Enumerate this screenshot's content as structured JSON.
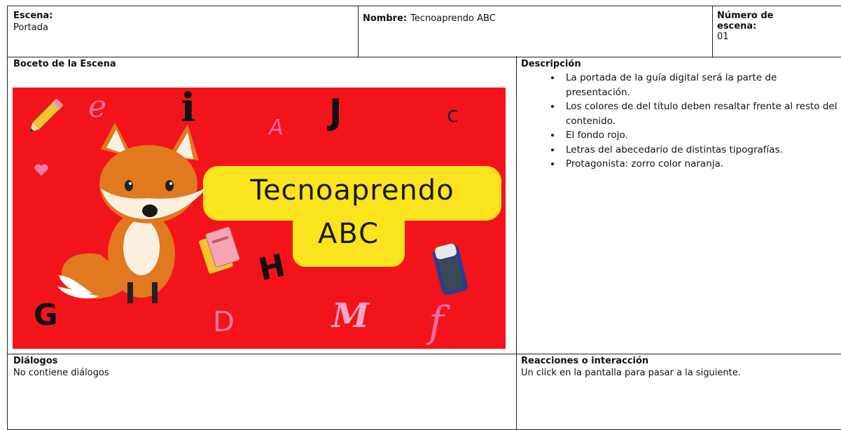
{
  "header": {
    "escena_label": "Escena:",
    "escena_value": "Portada",
    "nombre_label": "Nombre:",
    "nombre_value": "Tecnoaprendo ABC",
    "numero_label_line1": "Número de",
    "numero_label_line2": "escena:",
    "numero_value": "01"
  },
  "boceto": {
    "label": "Boceto de la Escena",
    "image_title_line1": "Tecnoaprendo",
    "image_title_line2": "ABC",
    "letters": [
      "e",
      "i",
      "A",
      "J",
      "c",
      "H",
      "G",
      "D",
      "M",
      "f"
    ]
  },
  "descripcion": {
    "label": "Descripción",
    "items": [
      "La portada de la guía digital será la parte de presentación.",
      "Los colores de del título deben resaltar frente al resto del contenido.",
      "El fondo rojo.",
      "Letras del abecedario de distintas tipografías.",
      "Protagonista: zorro color naranja."
    ]
  },
  "dialogos": {
    "label": "Diálogos",
    "value": "No contiene diálogos"
  },
  "reacciones": {
    "label": "Reacciones o interacción",
    "value": "Un click en la pantalla para pasar a la siguiente."
  },
  "colors": {
    "background_red": "#f2141a",
    "title_yellow": "#fbe41d",
    "fox_orange": "#e0791f"
  },
  "icons": [
    "pencil-icon",
    "fox-illustration",
    "notebook-icon",
    "eraser-icon"
  ]
}
